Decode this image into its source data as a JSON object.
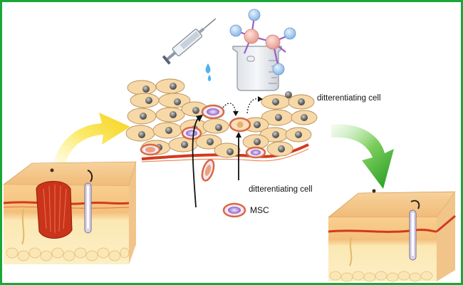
{
  "labels": {
    "top_right": "ditterentiating cell",
    "bottom_center": "ditterentiating cell",
    "legend_msc": "MSC"
  },
  "colors": {
    "frame_border": "#1aa638",
    "cell_fill": "#f7d9a7",
    "cell_stroke": "#b9905a",
    "nucleus": "#6f6f6f",
    "msc_ring": "#d9693f",
    "msc_core": "#b39ad6",
    "wound": "#c9341b",
    "skin_top": "#f6c98d",
    "skin_fat": "#fdeab0",
    "dermis_red": "#d23a1d",
    "arrow_yellow": "#f7dc35",
    "arrow_green": "#2fa22f",
    "syringe_drop": "#53b3ef",
    "molecule_node_blue": "#9ec8ef",
    "molecule_node_pink": "#f2b0a6",
    "molecule_bond": "#9b5cc7"
  },
  "icons": [
    "syringe-icon",
    "beaker-icon",
    "molecule-icon",
    "wounded-skin-illustration",
    "healed-skin-illustration"
  ]
}
